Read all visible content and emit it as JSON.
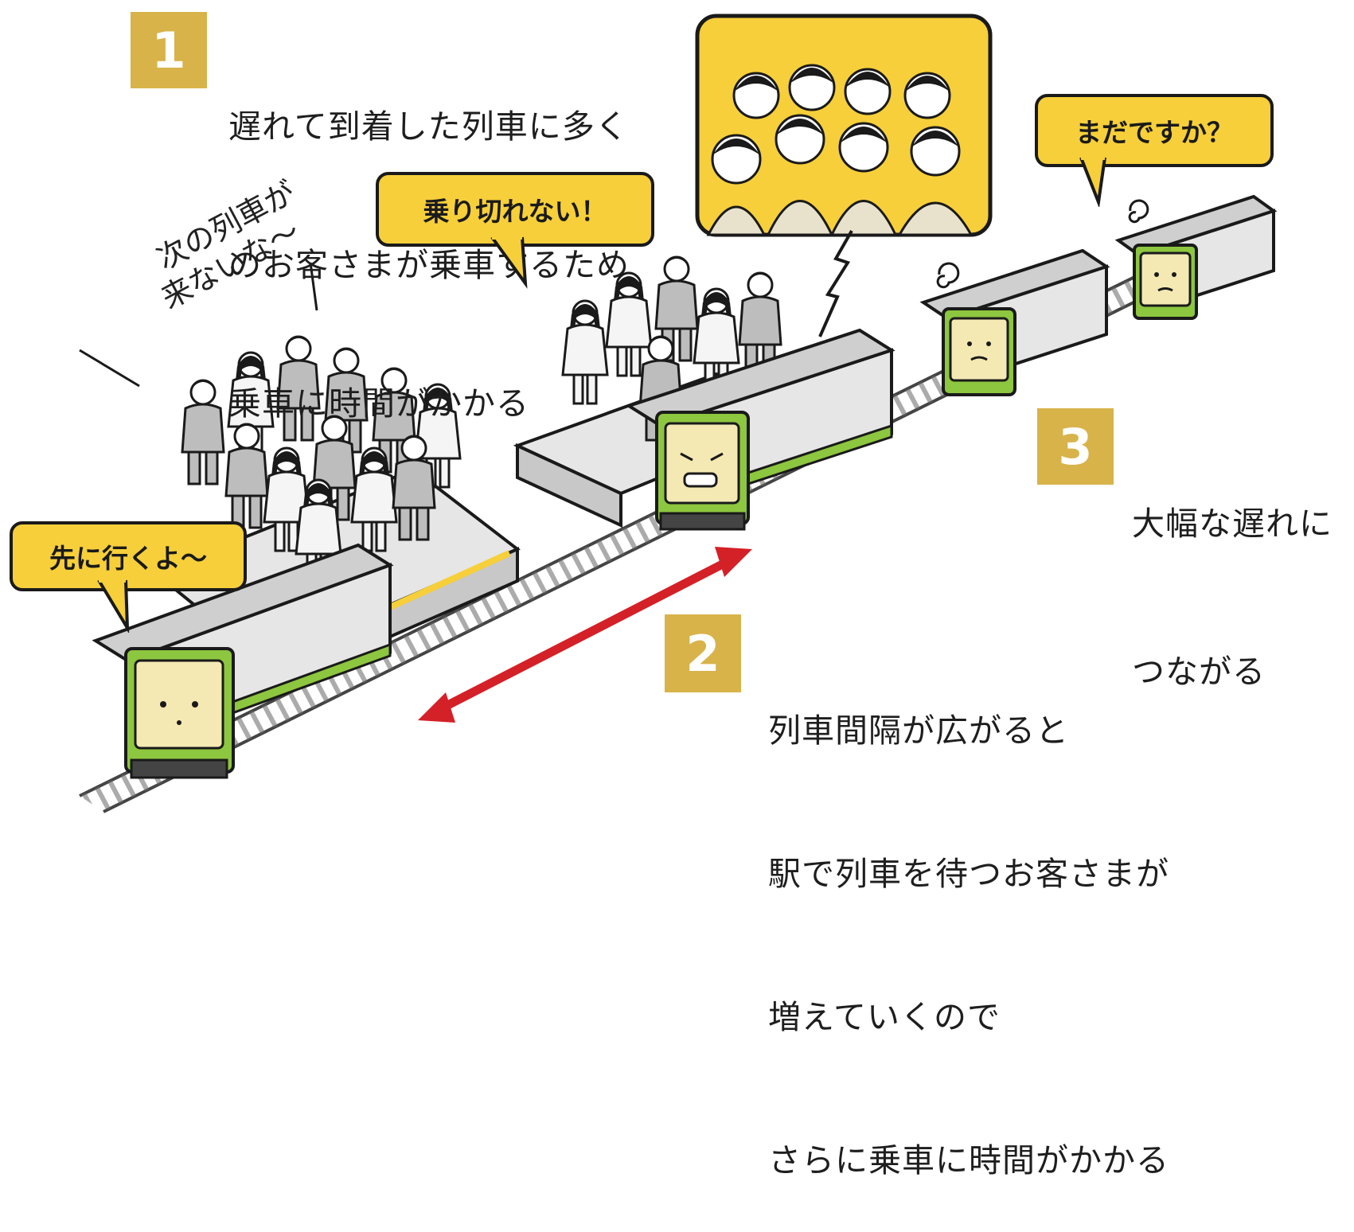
{
  "steps": [
    {
      "num": "1",
      "lines": [
        "遅れて到着した列車に多く",
        "のお客さまが乗車するため",
        "乗車に時間がかかる"
      ]
    },
    {
      "num": "2",
      "lines": [
        "列車間隔が広がると",
        "駅で列車を待つお客さまが",
        "増えていくので",
        "さらに乗車に時間がかかる"
      ]
    },
    {
      "num": "3",
      "lines": [
        "大幅な遅れに",
        "つながる"
      ]
    }
  ],
  "bubbles": {
    "go_first": "先に行くよ～",
    "cant_board": "乗り切れない！",
    "not_yet": "まだですか？"
  },
  "speech": {
    "next_train": [
      "次の列車が",
      "来ないな～"
    ]
  },
  "colors": {
    "accent_gold": "#d8b34a",
    "bubble_yellow": "#f6cf3a",
    "train_green": "#8dc63f",
    "arrow_red": "#d42027"
  }
}
